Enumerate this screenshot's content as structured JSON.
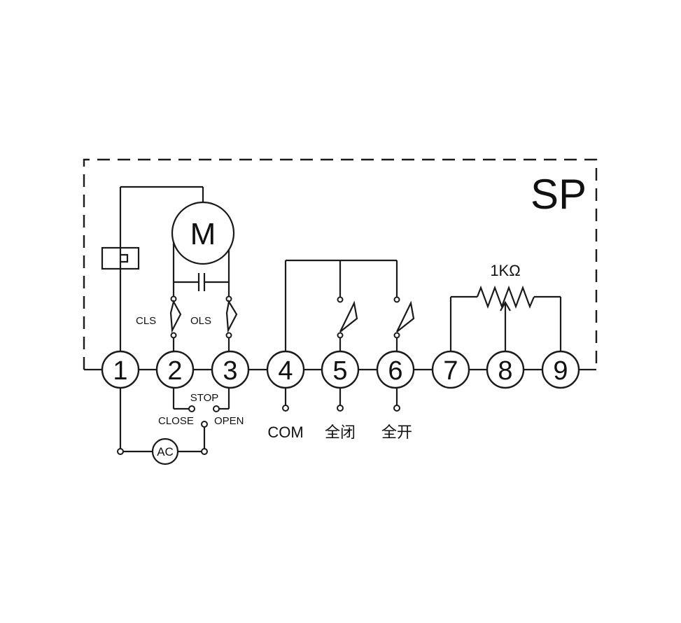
{
  "diagram": {
    "model_label": "SP",
    "motor_label": "M",
    "supply_label": "AC",
    "resistor_label": "1KΩ",
    "terminals": [
      "1",
      "2",
      "3",
      "4",
      "5",
      "6",
      "7",
      "8",
      "9"
    ],
    "limit_switches": {
      "close": "CLS",
      "open": "OLS"
    },
    "selector": {
      "stop": "STOP",
      "close": "CLOSE",
      "open": "OPEN"
    },
    "outputs": {
      "com": "COM",
      "full_close": "全闭",
      "full_open": "全开"
    }
  }
}
